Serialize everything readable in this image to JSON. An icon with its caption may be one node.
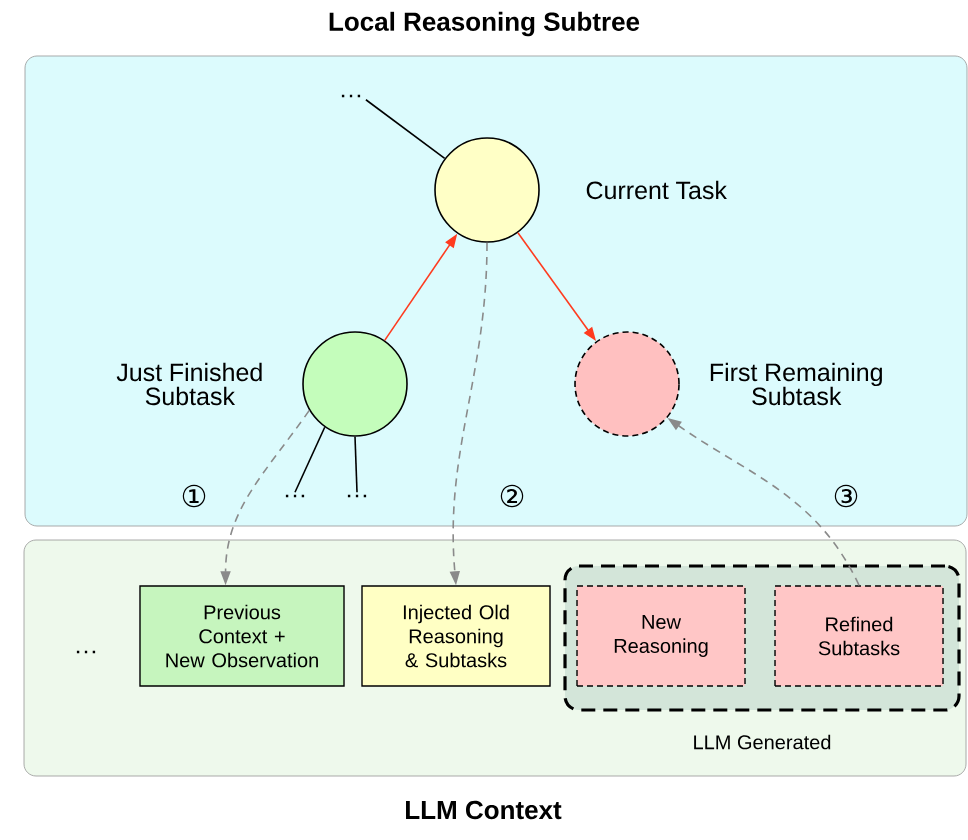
{
  "diagram": {
    "nodes": [
      {
        "text": [
          "Local Reasoning Subtree"
        ]
      },
      {
        "text": [
          "Current Task"
        ],
        "in": 0
      },
      {
        "text": [
          "Just Finished Subtask"
        ],
        "in": 0
      },
      {
        "text": [
          "First Remaining Subtask"
        ],
        "in": 0
      },
      {
        "text": [
          "…"
        ],
        "in": 0
      },
      {
        "text": [
          "…"
        ],
        "in": 0
      },
      {
        "text": [
          "…"
        ],
        "in": 0
      },
      {
        "text": [
          "LLM Context"
        ]
      },
      {
        "text": [
          "…"
        ],
        "in": 7
      },
      {
        "text": [
          "Previous Context + New Observation"
        ],
        "in": 7
      },
      {
        "text": [
          "Injected Old Reasoning & Subtasks"
        ],
        "in": 7
      },
      {
        "text": [
          "LLM Generated"
        ],
        "in": 7
      },
      {
        "text": [
          "New Reasoning"
        ],
        "in": 11
      },
      {
        "text": [
          "Refined Subtasks"
        ],
        "in": 11
      }
    ],
    "edges": [
      {
        "from": 4,
        "to": 1,
        "arrow": "none"
      },
      {
        "from": 2,
        "to": 1,
        "arrow": "to",
        "color": "#ff3b1f"
      },
      {
        "from": 1,
        "to": 3,
        "arrow": "to",
        "color": "#ff3b1f"
      },
      {
        "from": 2,
        "to": 5,
        "arrow": "none"
      },
      {
        "from": 2,
        "to": 6,
        "arrow": "none"
      },
      {
        "from": 2,
        "to": 9,
        "arrow": "to",
        "style": "dashed",
        "color": "#8a8a8a"
      },
      {
        "from": 1,
        "to": 10,
        "arrow": "to",
        "style": "dashed",
        "color": "#8a8a8a"
      },
      {
        "from": 13,
        "to": 3,
        "arrow": "to",
        "style": "dashed",
        "color": "#8a8a8a"
      }
    ],
    "labels": [
      "①",
      "②",
      "③"
    ]
  }
}
